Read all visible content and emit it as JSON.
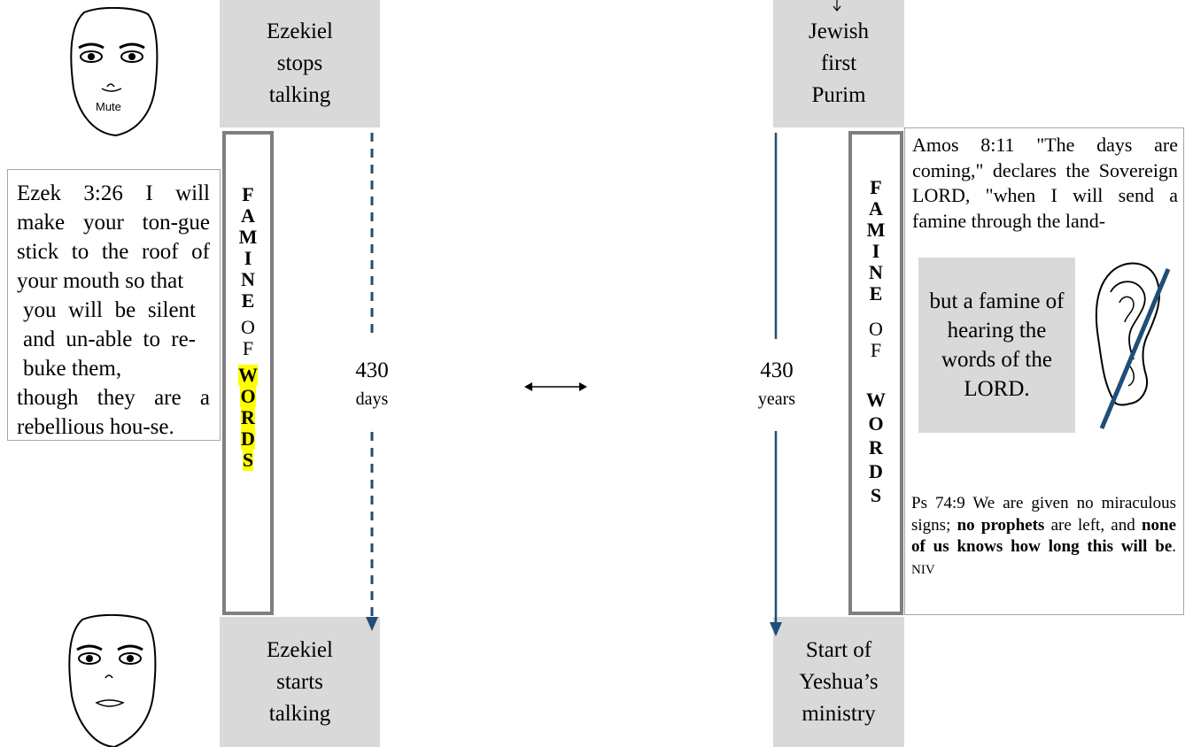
{
  "top_left_box": "Ezekiel\nstops\ntalking",
  "bottom_left_box": "Ezekiel\nstarts\ntalking",
  "top_right_box": "Jewish\nfirst\nPurim",
  "bottom_right_box": "Start of\nYeshua’s\nministry",
  "face_top_label": "Mute",
  "ezek_quote": {
    "line1": "Ezek 3:26 I will make your ton-gue stick to the roof of your mouth so that",
    "line2": "you will be silent and un-able to re-buke them,",
    "line3": "though they are a rebellious hou-se."
  },
  "famine_left": {
    "famine_letters": [
      "F",
      "A",
      "M",
      "I",
      "N",
      "E"
    ],
    "of_letters": [
      "O",
      "F"
    ],
    "words_letters": [
      "W",
      "O",
      "R",
      "D",
      "S"
    ]
  },
  "famine_right": {
    "famine_letters": [
      "F",
      "A",
      "M",
      "I",
      "N",
      "E"
    ],
    "of_letters": [
      "O",
      "F"
    ],
    "words_letters": [
      "W",
      "O",
      "R",
      "D",
      "S"
    ]
  },
  "left_span": {
    "number": "430",
    "unit": "days"
  },
  "right_span": {
    "number": "430",
    "unit": "years"
  },
  "amos_quote": "Amos 8:11 \"The days are coming,\" declares the Sovereign LORD, \"when I will send a famine through the land-",
  "hearing_text": "but a famine of hearing the words of the LORD.",
  "psalm": {
    "part1": "Ps 74:9 We are given no miraculous signs;",
    "bold1": "no prophets",
    "part2": "are left, and",
    "bold2": "none of us knows how long this will be",
    "part3": ".",
    "version": "NIV"
  },
  "colors": {
    "box_gray": "#d9d9d9",
    "border_gray": "#7f7f7f",
    "arrow_blue": "#1f4e79",
    "highlight": "#ffff00"
  }
}
